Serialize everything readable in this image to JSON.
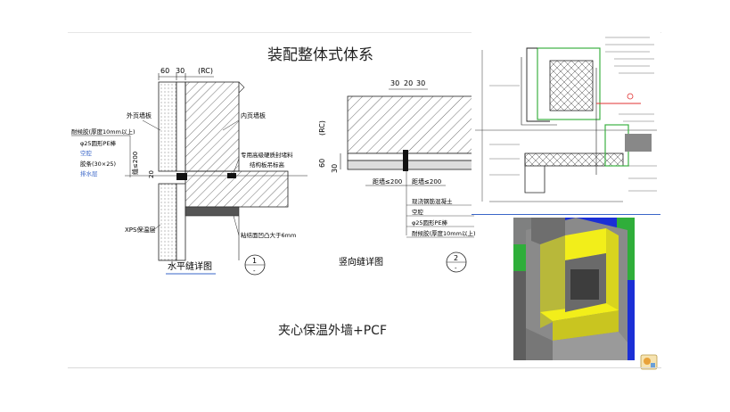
{
  "slide": {
    "title": "装配整体式体系",
    "subtitle": "夹心保温外墙+PCF"
  },
  "horizontal_joint": {
    "dims_top": [
      "60",
      "30",
      "(RC)"
    ],
    "label_outer_leaf": "外页墙板",
    "label_inner_leaf": "内页墙板",
    "label_sealant": "耐候胶(厚度10mm以上)",
    "label_pe_rod": "φ25圆形PE棒",
    "label_cavity": "空腔",
    "label_strip": "胶条(30×25)",
    "label_drain": "排水层",
    "label_special_seal": "专用高级硬质封堵料",
    "label_structure": "结构板吊标高",
    "label_xps": "XPS保温层",
    "label_fill": "粘结面凹凸大于6mm",
    "dim_vertical": "缝≤200",
    "dim_20": "20",
    "caption": "水平缝详图",
    "detail_no": "1",
    "detail_sub": "-"
  },
  "vertical_joint": {
    "dims_top": [
      "30",
      "20",
      "30"
    ],
    "label_rc": "(RC)",
    "dims_left": [
      "60",
      "30"
    ],
    "dim_left_gap": "距墙≤200",
    "dim_right_gap": "距墙≤200",
    "label_concrete": "现浇钢筋混凝土",
    "label_cavity": "空腔",
    "label_pe_rod": "φ25圆形PE棒",
    "label_sealant": "耐候胶(厚度10mm以上)",
    "caption": "竖向缝详图",
    "detail_no": "2",
    "detail_sub": "-"
  },
  "colors": {
    "line": "#222222",
    "green_outline": "#3cb043",
    "red_accent": "#e03030",
    "blue_rule": "#3a66c8",
    "render_yellow": "#f2ee1a",
    "render_grey": "#8a8a8a",
    "render_green": "#2fae3a",
    "render_blue": "#1b2fd6"
  }
}
